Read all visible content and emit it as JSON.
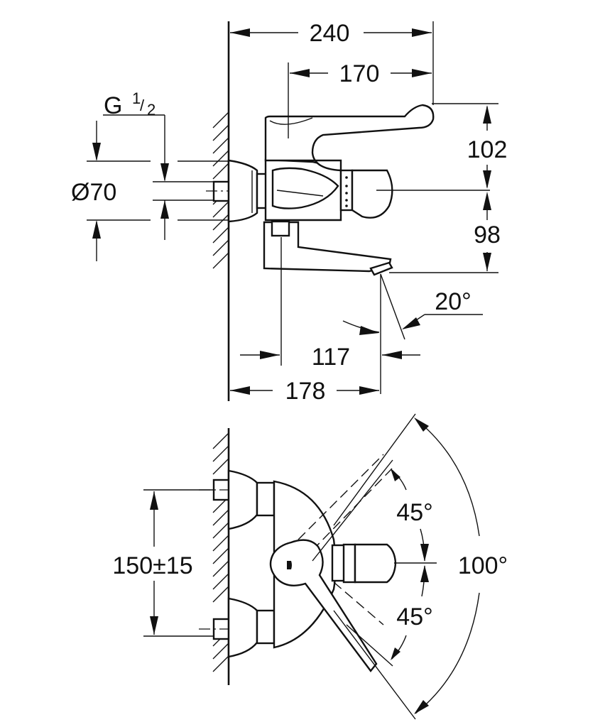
{
  "diagram": {
    "subject": "wall-mounted thermostatic mixer tap with long lever handle",
    "colors": {
      "line": "#111111",
      "background": "#ffffff"
    },
    "side_view": {
      "dimensions": {
        "overall_depth": "240",
        "lever_reach": "170",
        "lever_height": "102",
        "spout_height": "98",
        "spout_projection": "117",
        "spout_reach": "178",
        "spout_angle": "20°",
        "thread_prefix": "G",
        "thread_num": "1",
        "thread_den": "2",
        "escutcheon_diameter": "Ø70"
      }
    },
    "top_view": {
      "dimensions": {
        "inlet_spacing": "150±15",
        "lever_swing_upper": "45°",
        "lever_swing_lower": "45°",
        "lever_swing_total": "100°"
      }
    }
  }
}
